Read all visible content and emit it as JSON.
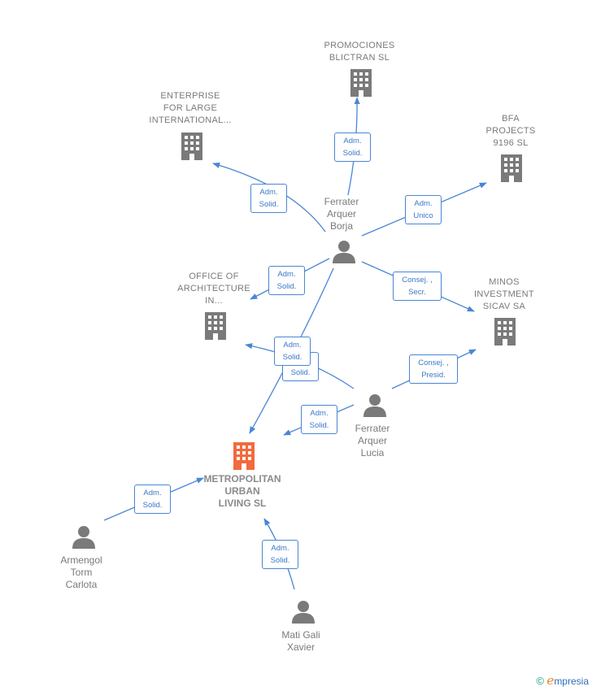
{
  "companies": {
    "promociones": "PROMOCIONES\nBLICTRAN  SL",
    "enterprise": "ENTERPRISE\nFOR LARGE\nINTERNATIONAL...",
    "bfa": "BFA\nPROJECTS\n9196  SL",
    "office": "OFFICE OF\nARCHITECTURE\nIN...",
    "minos": "MINOS\nINVESTMENT\nSICAV SA",
    "metropolitan": "METROPOLITAN\nURBAN\nLIVING  SL"
  },
  "persons": {
    "borja": "Ferrater\nArquer\nBorja",
    "lucia": "Ferrater\nArquer\nLucia",
    "armengol": "Armengol\nTorm\nCarlota",
    "mati": "Mati Gali\nXavier"
  },
  "edges": {
    "borja_promociones": "Adm.\nSolid.",
    "borja_enterprise": "Adm.\nSolid.",
    "borja_bfa": "Adm.\nUnico",
    "borja_office": "Adm.\nSolid.",
    "borja_minos": "Consej. ,\nSecr.",
    "borja_metropolitan": "Adm.\nSolid.",
    "lucia_office": "Adm.\nSolid.",
    "lucia_minos": "Consej. ,\nPresid.",
    "lucia_metropolitan": "Adm.\nSolid.",
    "armengol_metropolitan": "Adm.\nSolid.",
    "mati_metropolitan": "Adm.\nSolid."
  },
  "footer": {
    "copyright": "©",
    "brand_initial": "e",
    "brand_rest": "mpresia"
  },
  "colors": {
    "edge": "#4a86d4",
    "node": "#777777",
    "main": "#f26a3d"
  }
}
